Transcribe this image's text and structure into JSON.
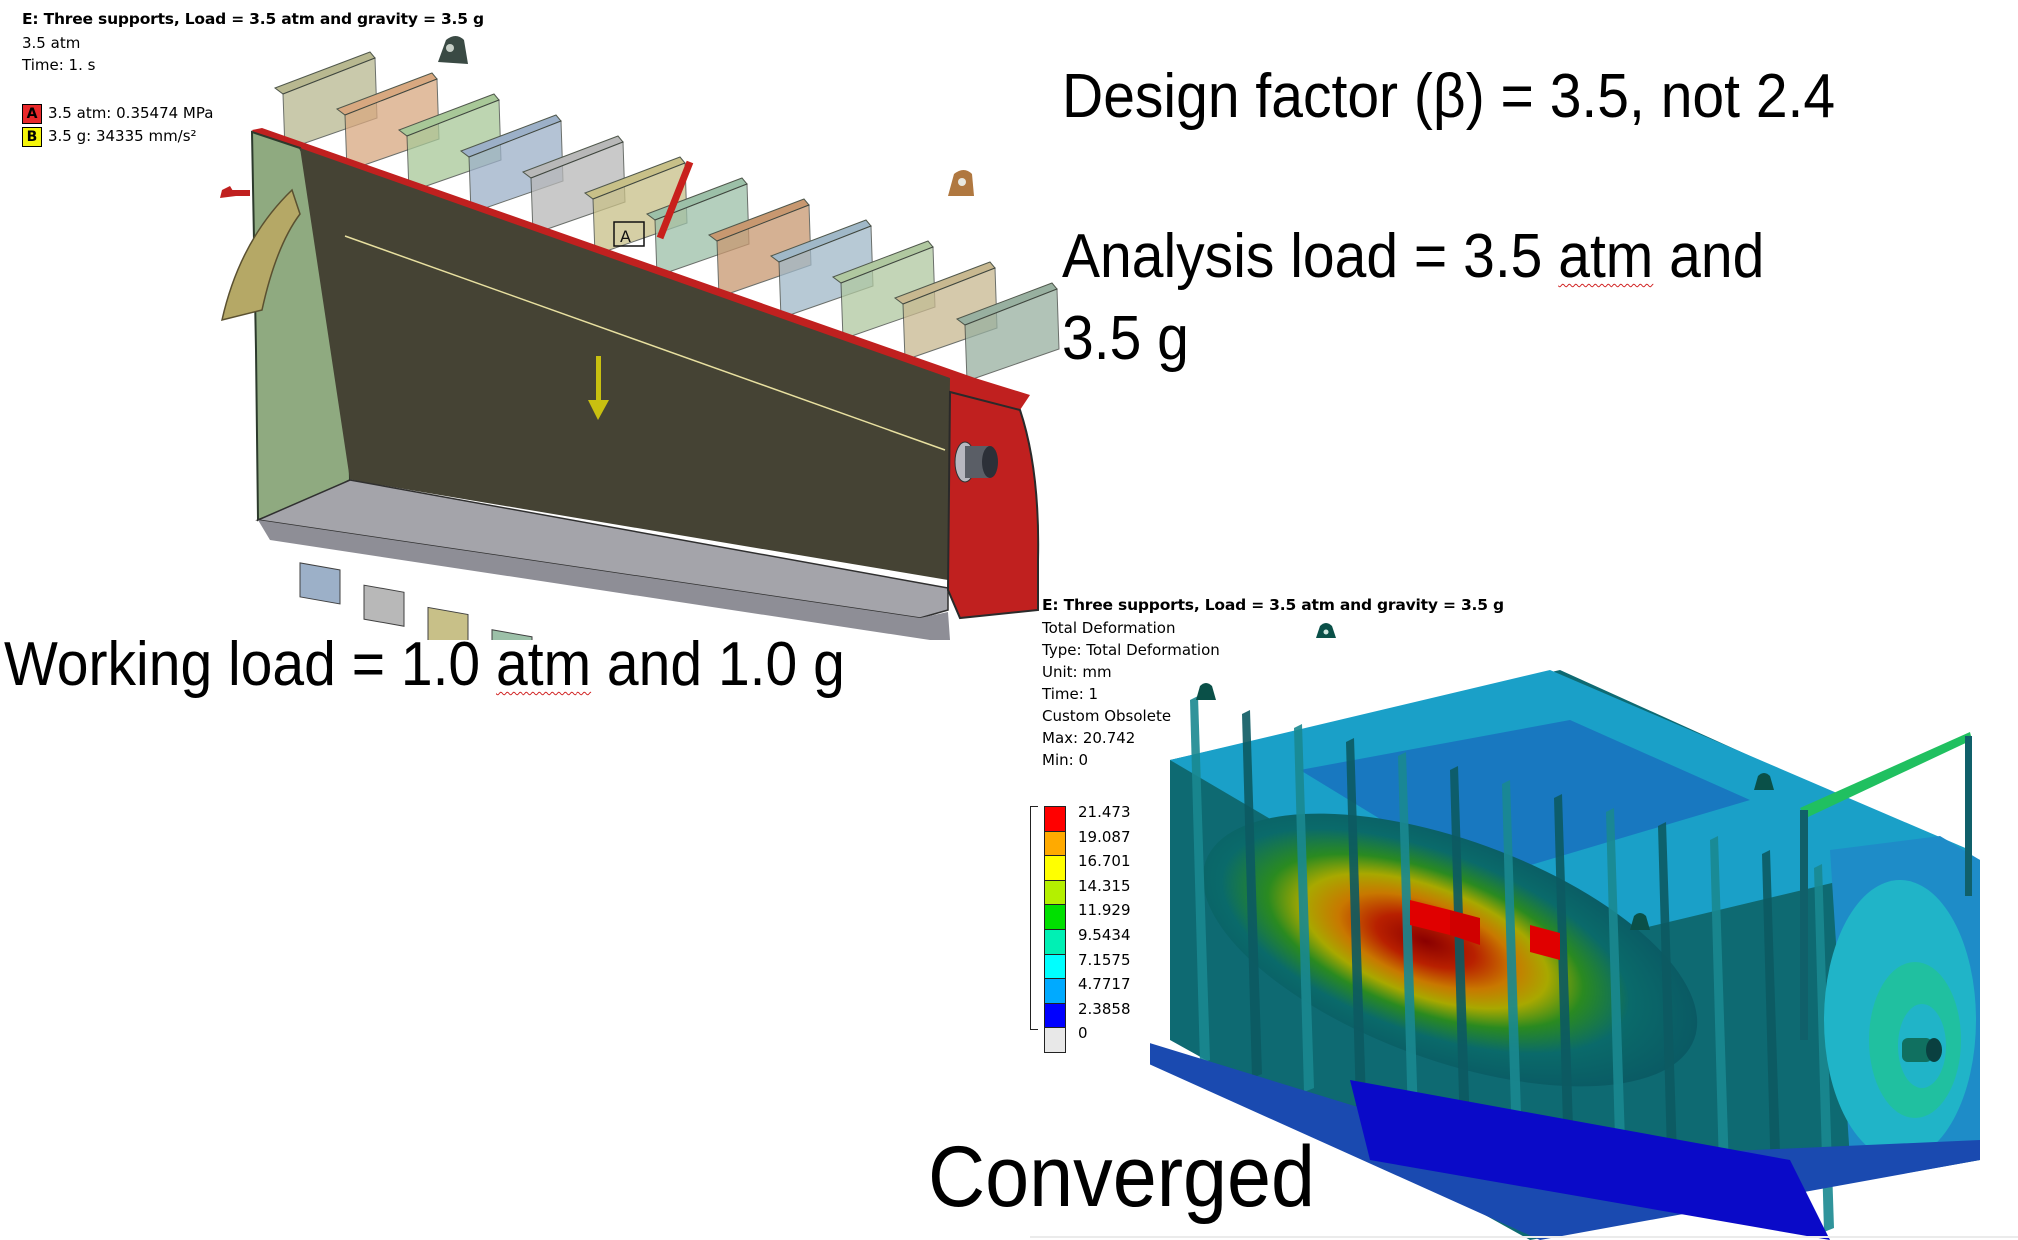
{
  "left_model": {
    "title": "E: Three supports,  Load = 3.5 atm and gravity = 3.5 g",
    "lines": [
      "3.5 atm",
      "Time: 1. s"
    ],
    "legend": [
      {
        "key": "A",
        "label": "3.5 atm: 0.35474 MPa",
        "color": "#e8282a"
      },
      {
        "key": "B",
        "label": "3.5 g: 34335 mm/s²",
        "color": "#f5f50a"
      }
    ],
    "pressure_marker": "A",
    "colors": {
      "pressure_face": "#c0201f",
      "inner_panel": "#454334",
      "floor": "#a4a4aa",
      "end_plate": "#8faa80",
      "gravity_arrow": "#c8c010"
    }
  },
  "right_model": {
    "title": "E: Three supports,  Load = 3.5 atm and gravity = 3.5 g",
    "lines": [
      "Total Deformation",
      "Type: Total Deformation",
      "Unit: mm",
      "Time: 1",
      "Custom Obsolete",
      "Max: 20.742",
      "Min: 0"
    ],
    "colorbar": {
      "unit": "mm",
      "labels": [
        "21.473",
        "19.087",
        "16.701",
        "14.315",
        "11.929",
        "9.5434",
        "7.1575",
        "4.7717",
        "2.3858",
        "0"
      ],
      "colors": [
        "#ff0000",
        "#ffaa00",
        "#ffff00",
        "#b4f000",
        "#00e000",
        "#00f0b4",
        "#00ffff",
        "#00aaff",
        "#0000ff",
        "#e8e8e8"
      ]
    }
  },
  "notes": {
    "design_factor": "Design factor (β) = 3.5, not 2.4",
    "analysis_load_1a": "Analysis load = 3.5 ",
    "analysis_load_1b": "atm",
    "analysis_load_1c": " and",
    "analysis_load_2": "3.5 g",
    "working_load_a": "Working load = 1.0 ",
    "working_load_b": "atm",
    "working_load_c": " and 1.0 g",
    "converged": "Converged"
  }
}
